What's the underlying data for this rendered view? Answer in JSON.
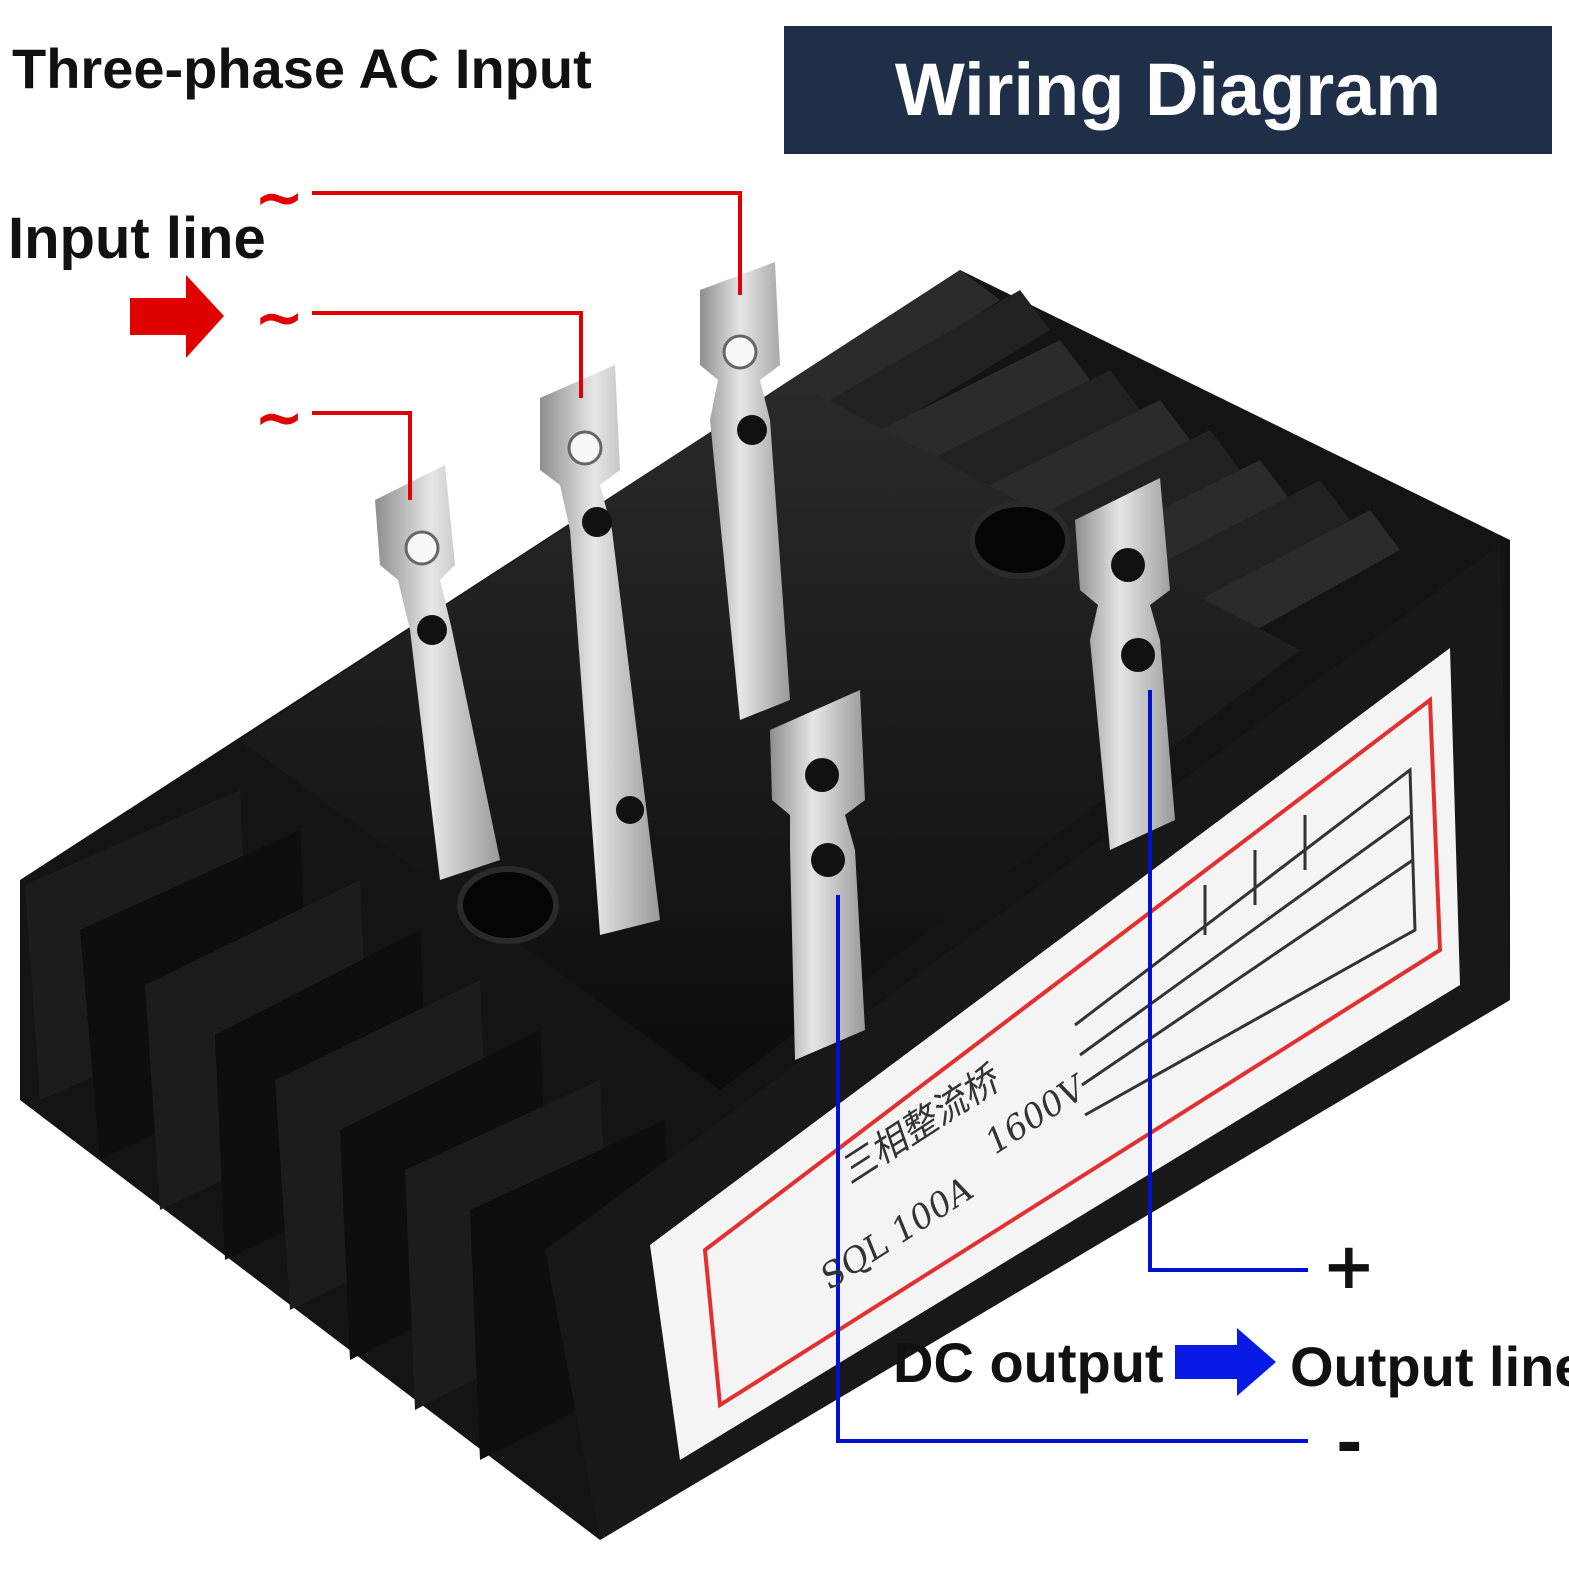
{
  "header": {
    "title": "Three-phase AC Input",
    "banner": "Wiring Diagram"
  },
  "input": {
    "label": "Input line",
    "symbol": "~"
  },
  "output": {
    "dc_label": "DC output",
    "line_label": "Output line",
    "plus": "+",
    "minus": "-"
  },
  "device_label": {
    "chinese": "三相整流桥",
    "model": "SQL 100A",
    "voltage": "1600V"
  },
  "colors": {
    "banner_bg": "#1f2f47",
    "input_lines": "#e00000",
    "output_lines": "#0010d0",
    "heatsink": "#121212",
    "terminal": "#b8b8b8",
    "label_border": "#e23030"
  },
  "icons": {
    "input_arrow": "right-arrow-icon",
    "output_arrow": "right-arrow-icon"
  }
}
